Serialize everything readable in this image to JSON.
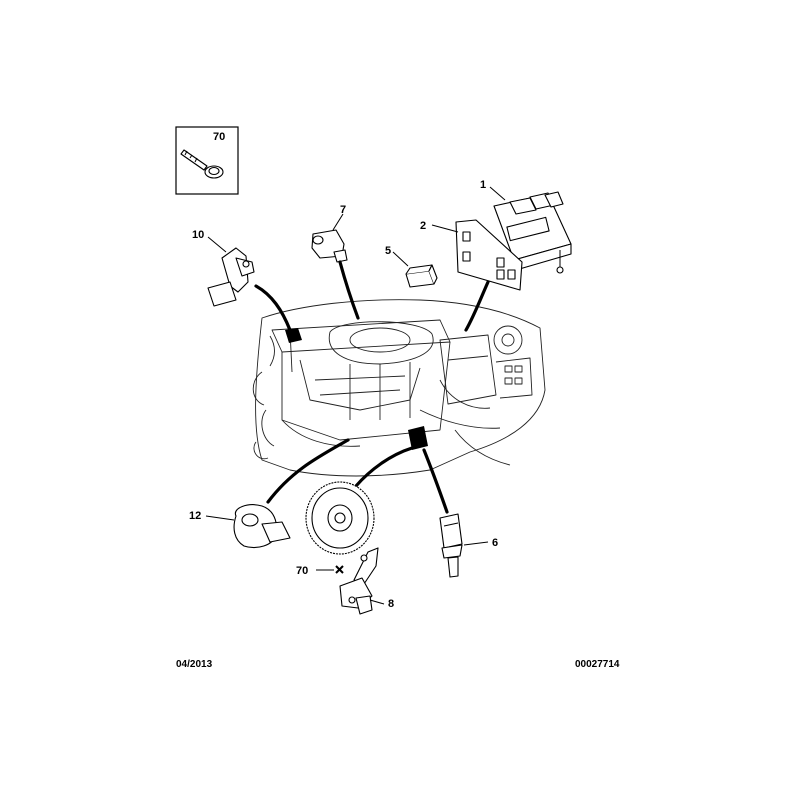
{
  "labels": {
    "inset": "70",
    "ecu": "1",
    "bracket": "2",
    "relay": "5",
    "temp_sensor": "6",
    "pressure_sensor": "7",
    "crank_sensor": "8",
    "cam_sensor": "10",
    "knock_sensor": "12",
    "screw": "70"
  },
  "footer": {
    "date": "04/2013",
    "reference": "00027714"
  }
}
